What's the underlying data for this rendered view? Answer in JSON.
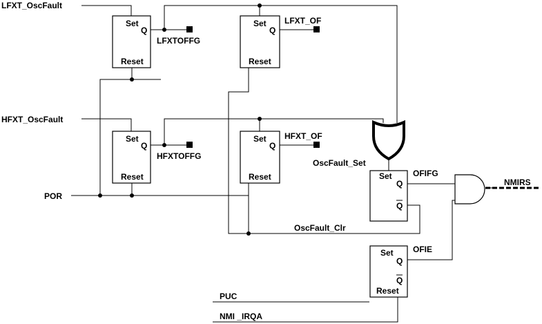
{
  "signals": {
    "lfxt_oscfault": "LFXT_OscFault",
    "hfxt_oscfault": "HFXT_OscFault",
    "por": "POR",
    "puc": "PUC",
    "nmi_irqa": "NMI _IRQA",
    "lfxtoffg": "LFXTOFFG",
    "hfxtoffg": "HFXTOFFG",
    "lfxt_of": "LFXT_OF",
    "hfxt_of": "HFXT_OF",
    "oscfault_set": "OscFault_Set",
    "oscfault_clr": "OscFault_Clr",
    "ofifg": "OFIFG",
    "ofie": "OFIE",
    "nmirs": "NMIRS"
  },
  "flipflop": {
    "set_label": "Set",
    "q_label": "Q",
    "qbar_label": "Q",
    "reset_label": "Reset"
  }
}
